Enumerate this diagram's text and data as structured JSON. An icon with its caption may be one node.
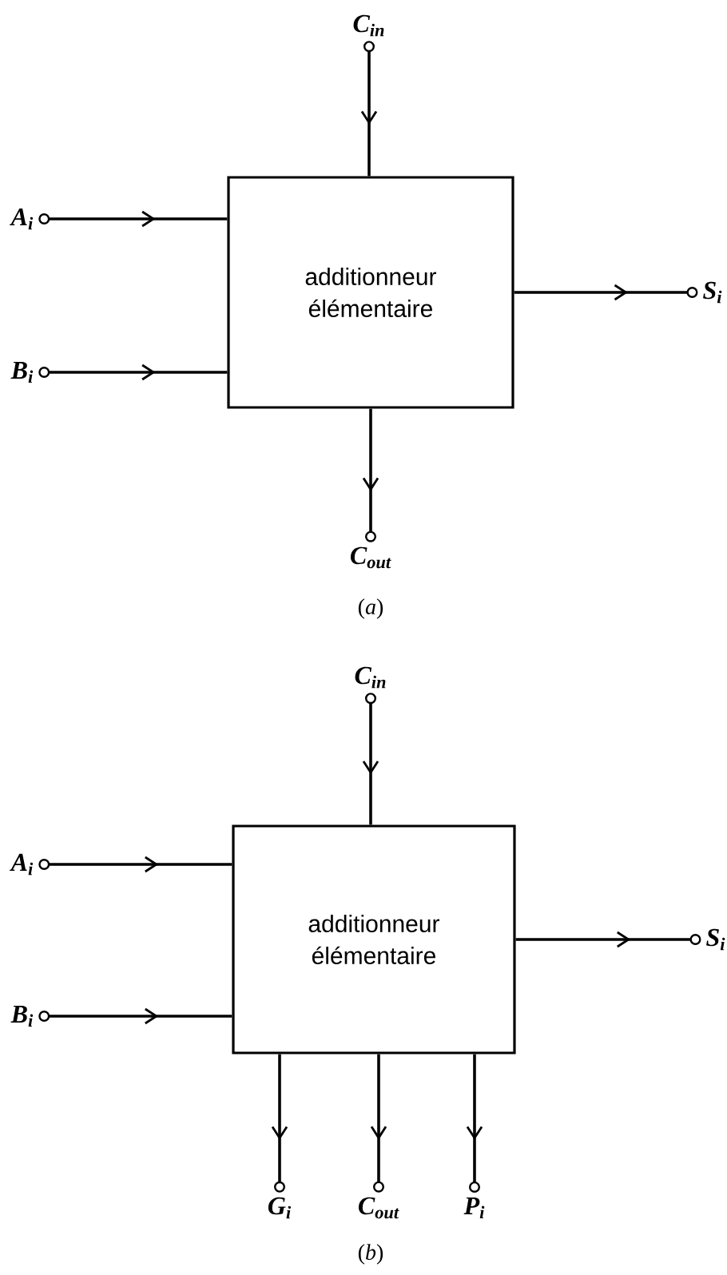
{
  "diagram": {
    "nodes": [
      {
        "text": [
          "additionneur élémentaire"
        ]
      },
      {
        "text": [
          "*C*$_{in}$"
        ]
      },
      {
        "text": [
          "A$_{i}$"
        ]
      },
      {
        "text": [
          "B$_{i}$"
        ]
      },
      {
        "text": [
          "S$_{i}$"
        ]
      },
      {
        "text": [
          "*C*$_{out}$"
        ]
      },
      {
        "text": [
          "additionneur élémentaire"
        ]
      },
      {
        "text": [
          "*C*$_{in}$"
        ]
      },
      {
        "text": [
          "A$_{i}$"
        ]
      },
      {
        "text": [
          "B$_{i}$"
        ]
      },
      {
        "text": [
          "S$_{i}$"
        ]
      },
      {
        "text": [
          "G$_{i}$"
        ]
      },
      {
        "text": [
          "*C*$_{out}$"
        ]
      },
      {
        "text": [
          "P$_{i}$"
        ]
      }
    ],
    "edges": [
      {
        "from": 1,
        "to": 0,
        "arrow": "to"
      },
      {
        "from": 2,
        "to": 0,
        "arrow": "to"
      },
      {
        "from": 3,
        "to": 0,
        "arrow": "to"
      },
      {
        "from": 0,
        "to": 4,
        "arrow": "to"
      },
      {
        "from": 0,
        "to": 5,
        "arrow": "to"
      },
      {
        "from": 7,
        "to": 6,
        "arrow": "to"
      },
      {
        "from": 8,
        "to": 6,
        "arrow": "to"
      },
      {
        "from": 9,
        "to": 6,
        "arrow": "to"
      },
      {
        "from": 6,
        "to": 10,
        "arrow": "to"
      },
      {
        "from": 6,
        "to": 11,
        "arrow": "to"
      },
      {
        "from": 6,
        "to": 12,
        "arrow": "to"
      },
      {
        "from": 6,
        "to": 13,
        "arrow": "to"
      }
    ],
    "labels": [
      "(*a*)",
      "(*b*)"
    ]
  }
}
